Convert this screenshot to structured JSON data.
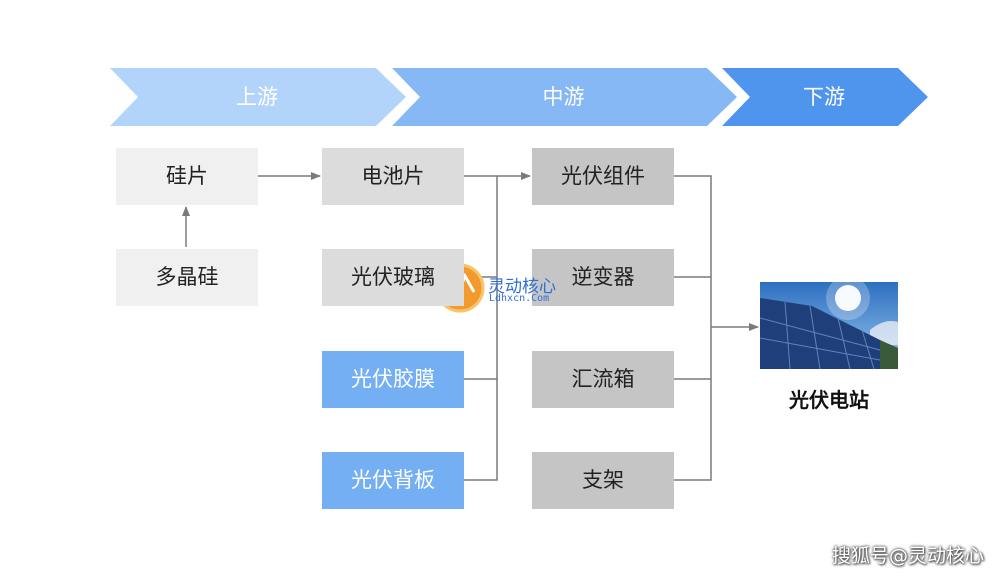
{
  "stages": {
    "upstream": "上游",
    "midstream": "中游",
    "downstream": "下游"
  },
  "upstream": {
    "wafer": "硅片",
    "polysilicon": "多晶硅"
  },
  "midstream_materials": {
    "cell": "电池片",
    "glass": "光伏玻璃",
    "film": "光伏胶膜",
    "backsheet": "光伏背板"
  },
  "midstream_components": {
    "module": "光伏组件",
    "inverter": "逆变器",
    "combiner": "汇流箱",
    "bracket": "支架"
  },
  "downstream": {
    "station": "光伏电站"
  },
  "watermark": {
    "name": "灵动核心",
    "url": "Ldhxcn.Com"
  },
  "credit": "搜狐号@灵动核心",
  "colors": {
    "stage_upstream": "#b3d4fa",
    "stage_midstream": "#86b8f5",
    "stage_downstream": "#4f95ee",
    "highlight_box": "#74aef3",
    "connector": "#7a7a7a"
  }
}
